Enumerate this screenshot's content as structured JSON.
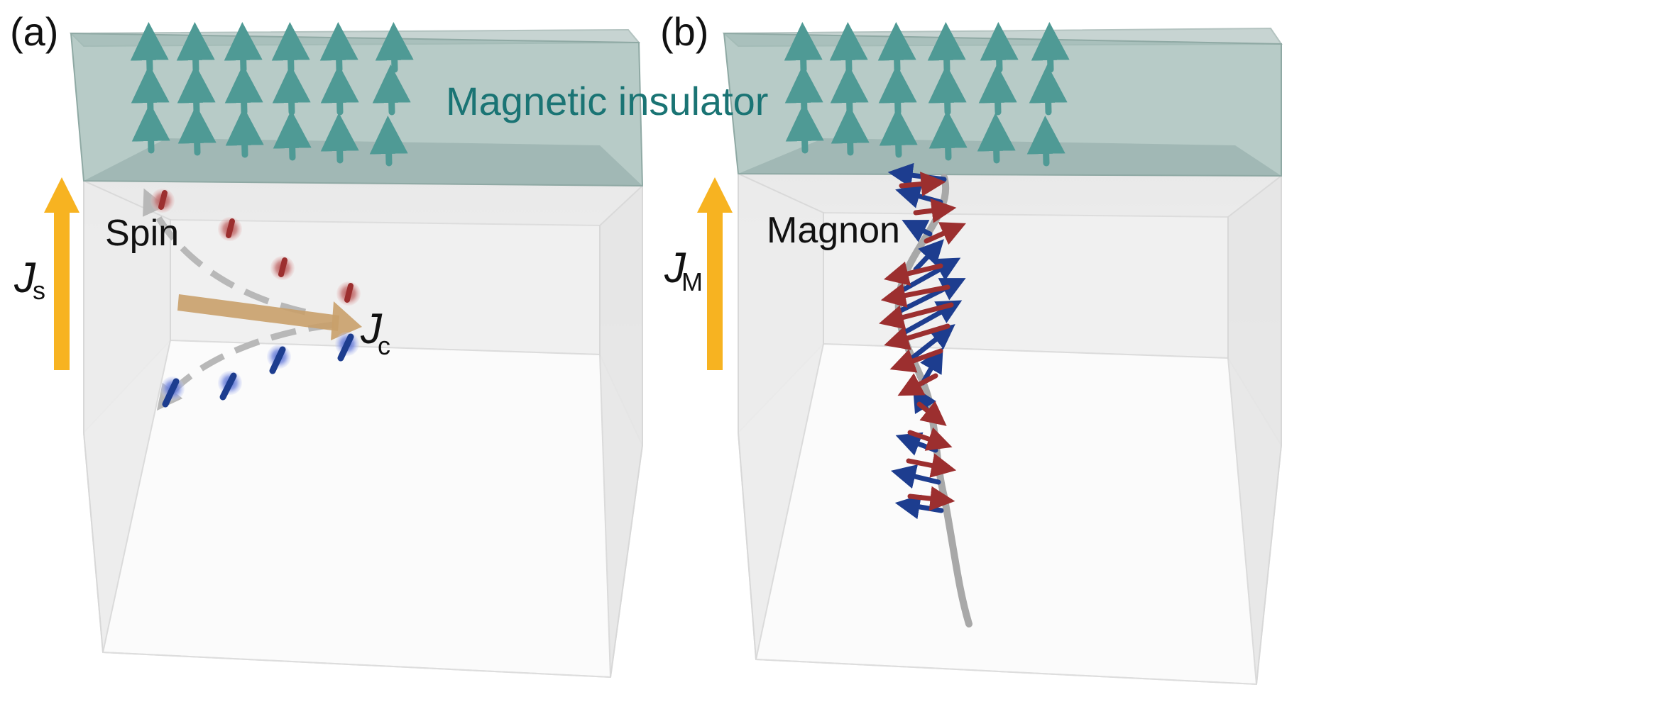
{
  "labels": {
    "panel_a": "(a)",
    "panel_b": "(b)",
    "magnetic_insulator": "Magnetic insulator",
    "spin": "Spin",
    "magnon": "Magnon",
    "js_main": "J",
    "js_sub": "s",
    "jc_main": "J",
    "jc_sub": "c",
    "jm_main": "J",
    "jm_sub": "M"
  },
  "colors": {
    "insulator_text": "#1a7474",
    "insulator_fill": "#9fb9b4",
    "moment_arrow": "#4f9a95",
    "current_arrow": "#f7b321",
    "charge_current_arrow": "#c9a06a",
    "spin_up": "#9c2f2f",
    "spin_down": "#1d3d8f",
    "path_dash": "#b8b8b8",
    "box_fill": "#eeeeee"
  }
}
